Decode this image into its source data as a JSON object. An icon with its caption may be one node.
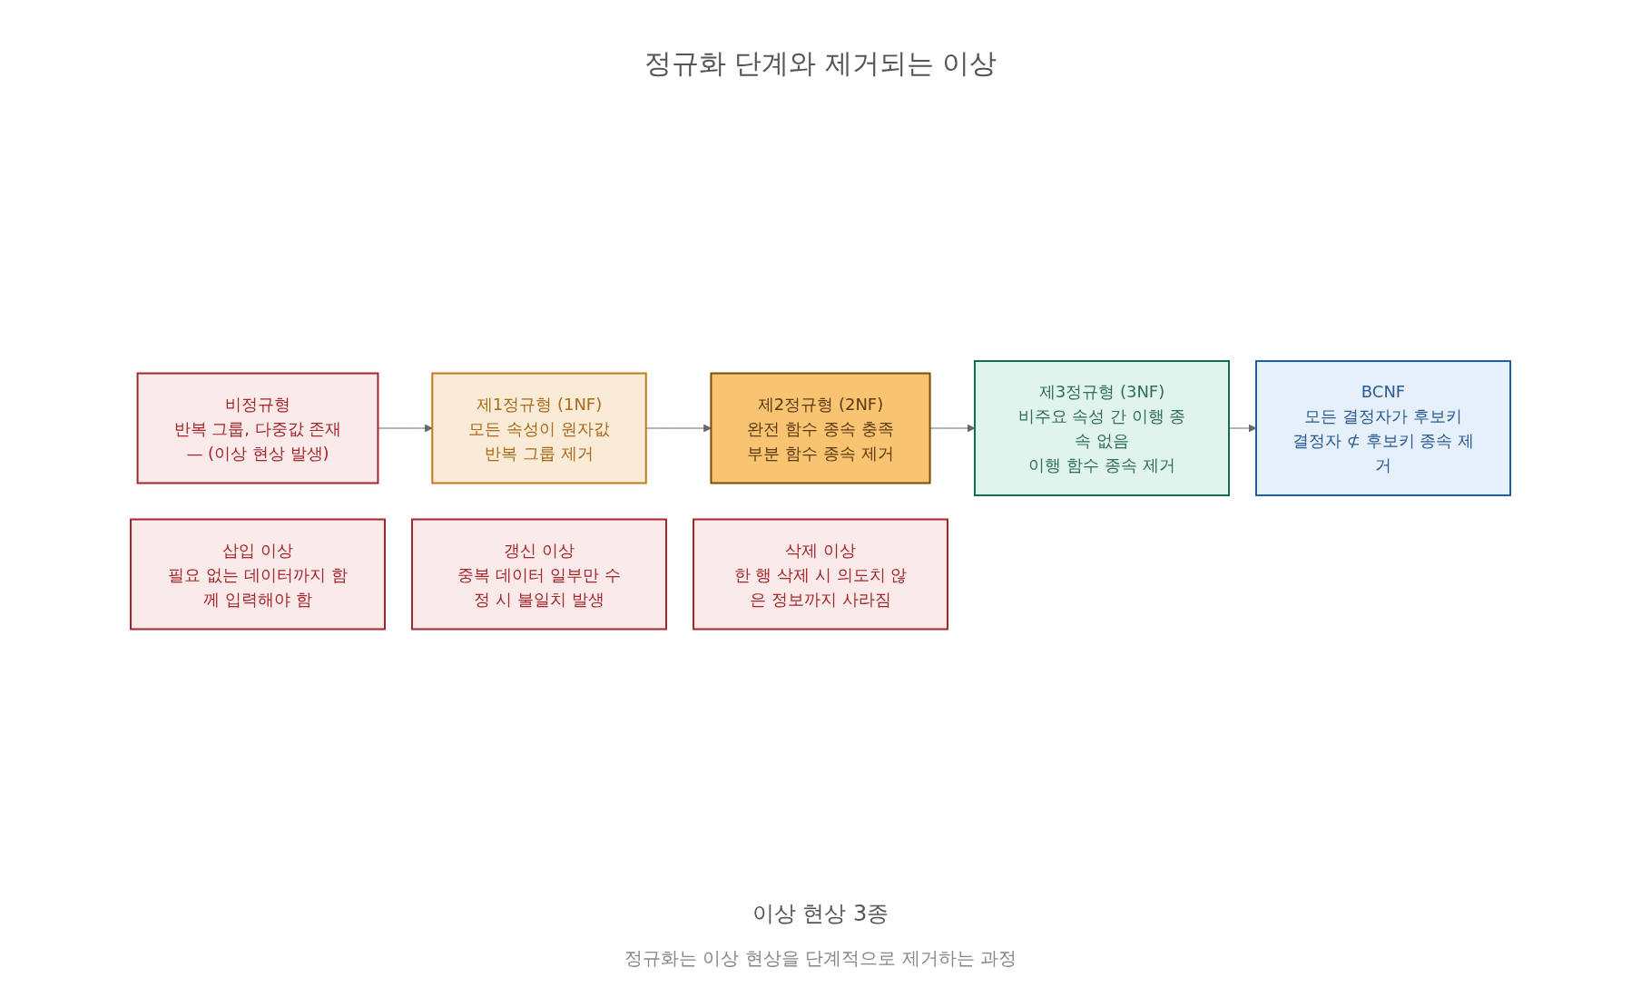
{
  "diagram": {
    "title": "정규화 단계와 제거되는 이상",
    "nodes": [
      {
        "text": [
          "비정규형",
          "반복 그룹, 다중값 존재",
          "— (이상 현상 발생)"
        ]
      },
      {
        "text": [
          "제1정규형 (1NF)",
          "모든 속성이 원자값",
          "반복 그룹 제거"
        ]
      },
      {
        "text": [
          "제2정규형 (2NF)",
          "완전 함수 종속 충족",
          "부분 함수 종속 제거"
        ]
      },
      {
        "text": [
          "제3정규형 (3NF)",
          "비주요 속성 간 이행 종속 없음",
          "이행 함수 종속 제거"
        ]
      },
      {
        "text": [
          "BCNF",
          "모든 결정자가 후보키",
          "결정자 ⊄ 후보키 종속 제거"
        ]
      },
      {
        "text": [
          "삽입 이상",
          "필요 없는 데이터까지 함께 입력해야 함"
        ]
      },
      {
        "text": [
          "갱신 이상",
          "중복 데이터 일부만 수정 시 불일치 발생"
        ]
      },
      {
        "text": [
          "삭제 이상",
          "한 행 삭제 시 의도치 않은 정보까지 사라짐"
        ]
      }
    ],
    "edges": [
      {
        "from": 0,
        "to": 1,
        "arrow": "to"
      },
      {
        "from": 1,
        "to": 2,
        "arrow": "to"
      },
      {
        "from": 2,
        "to": 3,
        "arrow": "to"
      },
      {
        "from": 3,
        "to": 4,
        "arrow": "to"
      }
    ],
    "labels": [
      "이상 현상 3종"
    ],
    "caption": "정규화는 이상 현상을 단계적으로 제거하는 과정"
  }
}
